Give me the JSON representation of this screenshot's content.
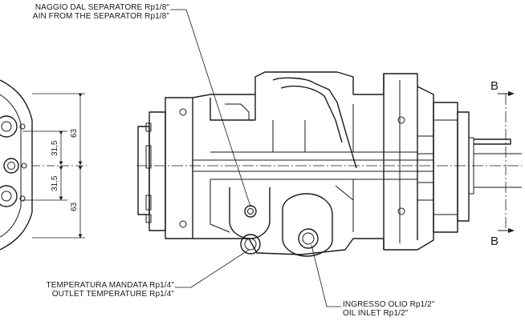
{
  "callouts": {
    "drain": {
      "line1": "NAGGIO DAL SEPARATORE Rp1/8\"",
      "line2": "AIN FROM THE SEPARATOR Rp1/8\""
    },
    "outlet_temperature": {
      "line1": "TEMPERATURA MANDATA Rp1/4\"",
      "line2": "OUTLET TEMPERATURE Rp1/4\""
    },
    "oil_inlet": {
      "line1": "INGRESSO OLIO Rp1/2\"",
      "line2": "OIL INLET Rp1/2\""
    }
  },
  "dimensions": {
    "upper_outer": "63",
    "upper_inner": "31,5",
    "lower_inner": "31,5",
    "lower_outer": "63"
  },
  "section_marks": {
    "top": "B",
    "bottom": "B"
  }
}
